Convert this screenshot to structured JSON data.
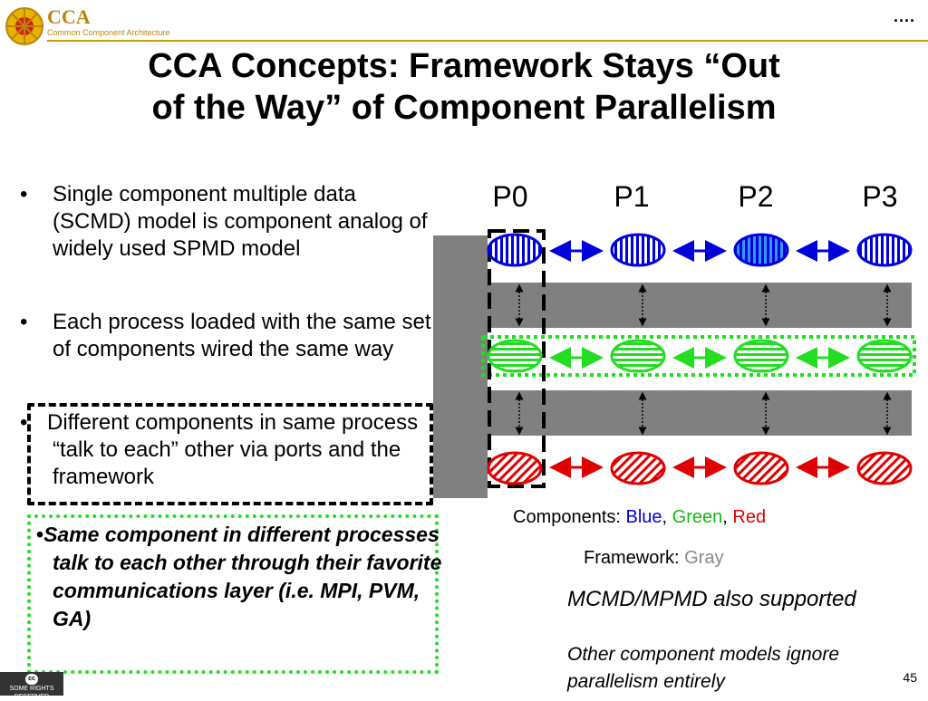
{
  "header": {
    "logo_text": "CCA",
    "logo_subtitle": "Common Component Architecture",
    "corner_mark": "...."
  },
  "title": {
    "line1": "CCA Concepts: Framework Stays “Out",
    "line2": "of the Way” of Component Parallelism"
  },
  "bullets": [
    "Single component multiple data (SCMD) model is component analog of widely used SPMD model",
    "Each process loaded with the same set of components wired the same way",
    "Different components in same process “talk to each” other via ports and the framework",
    "Same component in different processes talk to each other through their favorite communications layer (i.e. MPI, PVM, GA)"
  ],
  "bullet_glyph": "•",
  "diagram": {
    "process_labels": [
      "P0",
      "P1",
      "P2",
      "P3"
    ],
    "component_colors": {
      "blue": "#0000dd",
      "green": "#22dd22",
      "red": "#e00000",
      "framework": "#808080"
    }
  },
  "legend": {
    "components_prefix": "Components: ",
    "blue": "Blue",
    "green": "Green",
    "red": "Red",
    "comma": ", ",
    "framework_prefix": "Framework: ",
    "gray": "Gray"
  },
  "notes": {
    "mcmd": "MCMD/MPMD also supported",
    "other": "Other component models ignore parallelism entirely"
  },
  "footer": {
    "slide_number": "45",
    "license_top": "cc",
    "license_text": "SOME RIGHTS RESERVED"
  }
}
